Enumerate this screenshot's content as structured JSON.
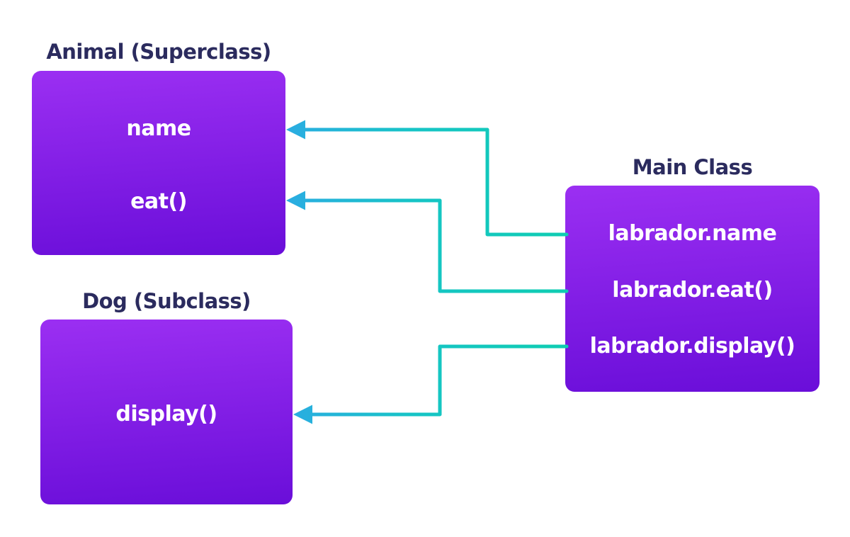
{
  "diagram": {
    "background": "#ffffff",
    "superclass": {
      "title": "Animal (Superclass)",
      "members": [
        "name",
        "eat()"
      ]
    },
    "subclass": {
      "title": "Dog (Subclass)",
      "members": [
        "display()"
      ]
    },
    "main_class": {
      "title": "Main Class",
      "statements": [
        "labrador.name",
        "labrador.eat()",
        "labrador.display()"
      ]
    },
    "arrows": [
      {
        "from": "labrador.name",
        "to": "Animal.name"
      },
      {
        "from": "labrador.eat()",
        "to": "Animal.eat()"
      },
      {
        "from": "labrador.display()",
        "to": "Dog.display()"
      }
    ],
    "colors": {
      "box_grad_top": "#9b2ff2",
      "box_grad_bottom": "#6a0ed9",
      "shadow_blue": "#70aaf1",
      "title_navy": "#2b2b5e",
      "member_white": "#ffffff",
      "arrow_tip": "#2bace2",
      "arrow_mid": "#16c4c6",
      "arrow_src": "#0fcdb2"
    }
  }
}
